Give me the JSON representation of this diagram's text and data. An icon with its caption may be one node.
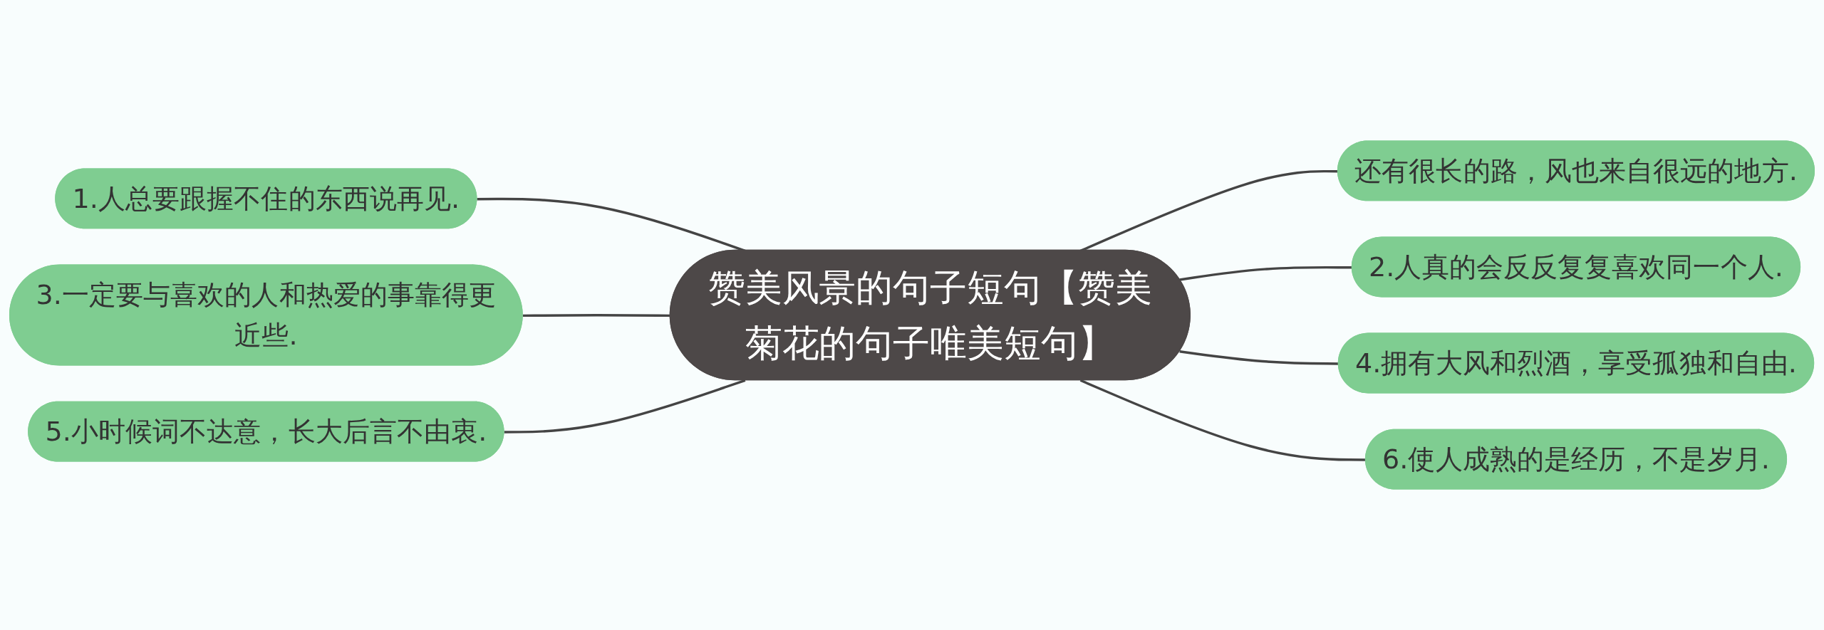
{
  "diagram": {
    "nodes": [
      {
        "text": [
          "赞美风景的句子短句【赞美菊花的句子唯美短句】"
        ]
      },
      {
        "text": [
          "还有很长的路，风也来自很远的地方."
        ]
      },
      {
        "text": [
          "1.人总要跟握不住的东西说再见."
        ]
      },
      {
        "text": [
          "2.人真的会反反复复喜欢同一个人."
        ]
      },
      {
        "text": [
          "3.一定要与喜欢的人和热爱的事靠得更近些."
        ]
      },
      {
        "text": [
          "4.拥有大风和烈酒，享受孤独和自由."
        ]
      },
      {
        "text": [
          "5.小时候词不达意，长大后言不由衷."
        ]
      },
      {
        "text": [
          "6.使人成熟的是经历，不是岁月."
        ]
      }
    ],
    "edges": [
      {
        "from": 0,
        "to": 1,
        "arrow": "none"
      },
      {
        "from": 2,
        "to": 0,
        "arrow": "none"
      },
      {
        "from": 0,
        "to": 3,
        "arrow": "none"
      },
      {
        "from": 4,
        "to": 0,
        "arrow": "none"
      },
      {
        "from": 0,
        "to": 5,
        "arrow": "none"
      },
      {
        "from": 6,
        "to": 0,
        "arrow": "none"
      },
      {
        "from": 0,
        "to": 7,
        "arrow": "none"
      }
    ]
  }
}
